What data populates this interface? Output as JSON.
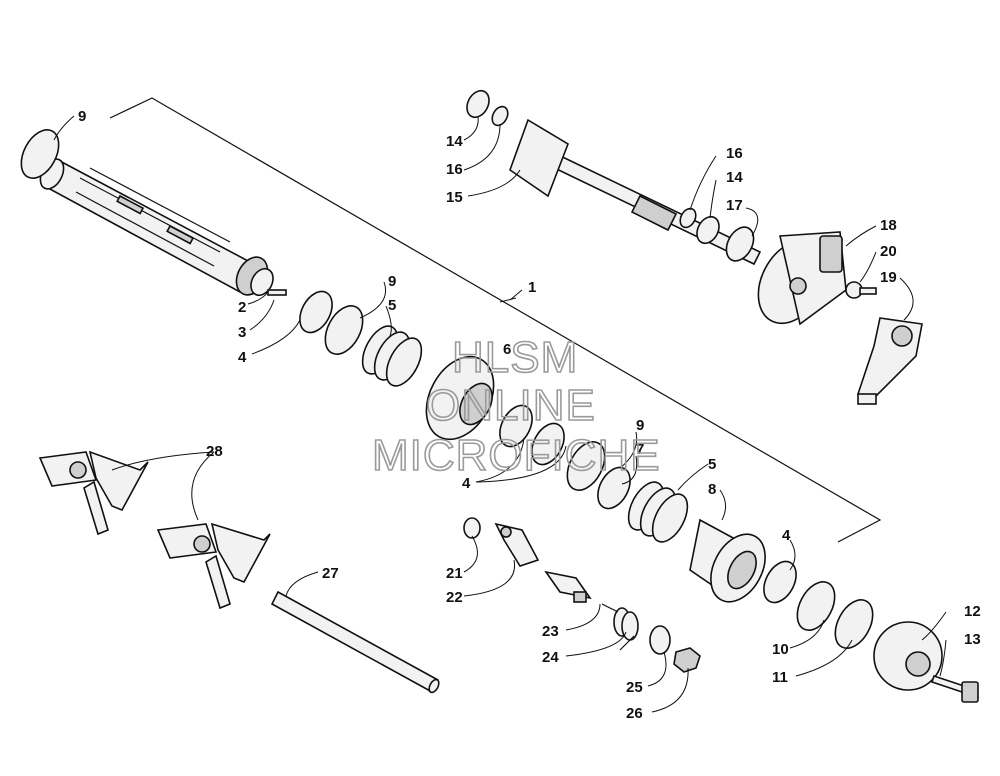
{
  "callouts": {
    "c1": "1",
    "c2": "2",
    "c3": "3",
    "c4a": "4",
    "c4b": "4",
    "c4c": "4",
    "c5a": "5",
    "c5b": "5",
    "c6": "6",
    "c7": "7",
    "c8": "8",
    "c9a": "9",
    "c9b": "9",
    "c9c": "9",
    "c10": "10",
    "c11": "11",
    "c12": "12",
    "c13": "13",
    "c14a": "14",
    "c14b": "14",
    "c15": "15",
    "c16a": "16",
    "c16b": "16",
    "c17": "17",
    "c18": "18",
    "c19": "19",
    "c20": "20",
    "c21": "21",
    "c22": "22",
    "c23": "23",
    "c24": "24",
    "c25": "25",
    "c26": "26",
    "c27": "27",
    "c28": "28"
  },
  "watermark": {
    "line1": "HLSM",
    "line2": "ONLINE",
    "line3": "MICROFICHE"
  }
}
